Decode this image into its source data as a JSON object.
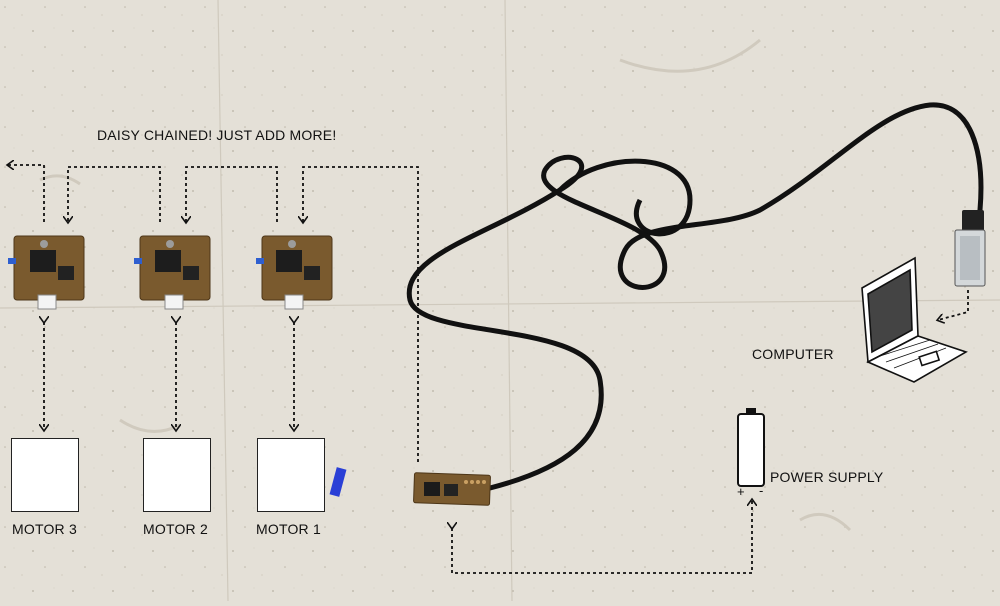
{
  "title": "DAISY CHAINED! JUST ADD MORE!",
  "motors": [
    {
      "label": "MOTOR 3"
    },
    {
      "label": "MOTOR 2"
    },
    {
      "label": "MOTOR 1"
    }
  ],
  "computer_label": "COMPUTER",
  "power_label": "POWER SUPPLY",
  "battery_plus": "+",
  "battery_minus": "-",
  "colors": {
    "background": "#e4e0d7",
    "board": "#7a5a2e",
    "cable": "#111111",
    "arrow": "#111111"
  },
  "icons": [
    "laptop-icon",
    "battery-icon",
    "controller-board",
    "usb-cable",
    "interface-board"
  ]
}
